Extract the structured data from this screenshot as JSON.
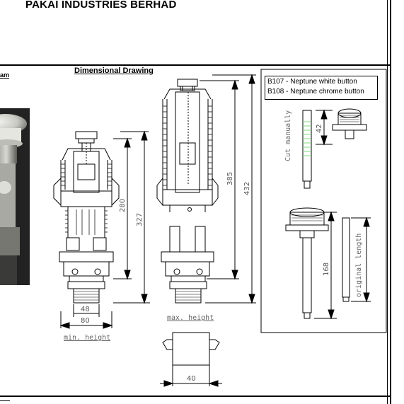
{
  "header": {
    "company_title": "PAKAI INDUSTRIES BERHAD"
  },
  "left_panel": {
    "partial_label": "am"
  },
  "drawing": {
    "title": "Dimensional Drawing",
    "min_height_label": "min. height",
    "max_height_label": "max. height",
    "dimensions": {
      "min_280": "280",
      "min_327": "327",
      "min_48": "48",
      "min_80": "80",
      "max_385": "385",
      "max_432": "432",
      "base_40": "40"
    }
  },
  "button_panel": {
    "legend": [
      "B107 - Neptune white button",
      "B108 - Neptune chrome button"
    ],
    "cut_manually_label": "Cut manually",
    "dim_42": "42",
    "dim_168": "168",
    "original_length_label": "original length"
  },
  "colors": {
    "line": "#000000",
    "dim_text": "#555555",
    "cut_mark": "#7ddc7d"
  }
}
